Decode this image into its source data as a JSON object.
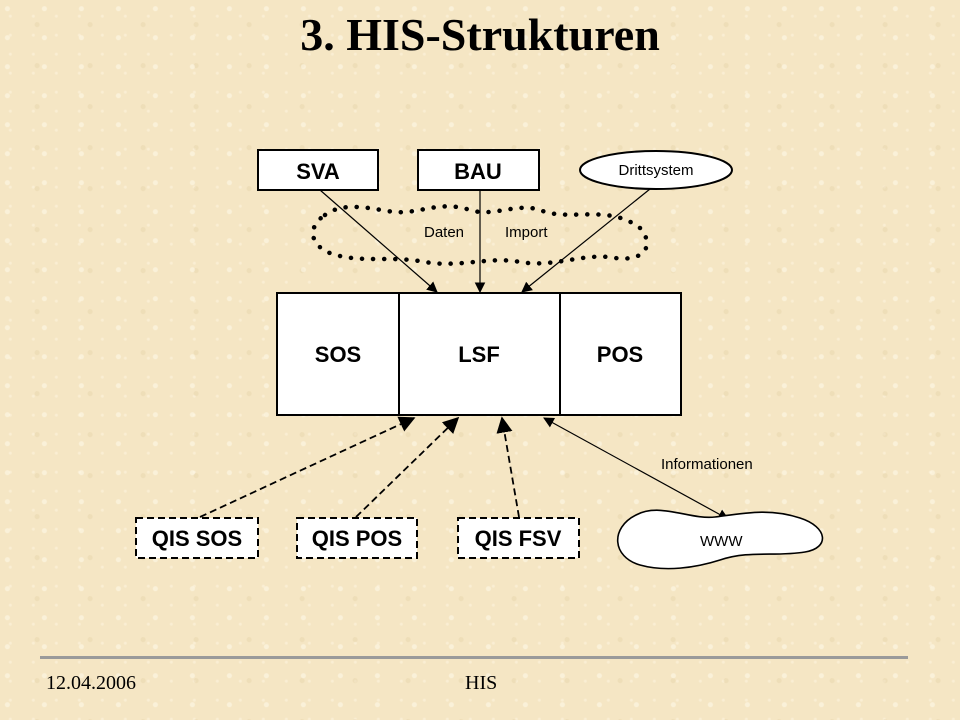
{
  "slide": {
    "title": "3. HIS-Strukturen",
    "footer_date": "12.04.2006",
    "footer_center": "HIS"
  },
  "diagram": {
    "sources": {
      "sva": "SVA",
      "bau": "BAU",
      "drittsystem": "Drittsystem"
    },
    "cloud_labels": {
      "daten": "Daten",
      "import": "Import"
    },
    "core": {
      "sos": "SOS",
      "lsf": "LSF",
      "pos": "POS"
    },
    "clients": {
      "qis_sos": "QIS SOS",
      "qis_pos": "QIS POS",
      "qis_fsv": "QIS FSV"
    },
    "informationen": "Informationen",
    "www": "WWW"
  }
}
